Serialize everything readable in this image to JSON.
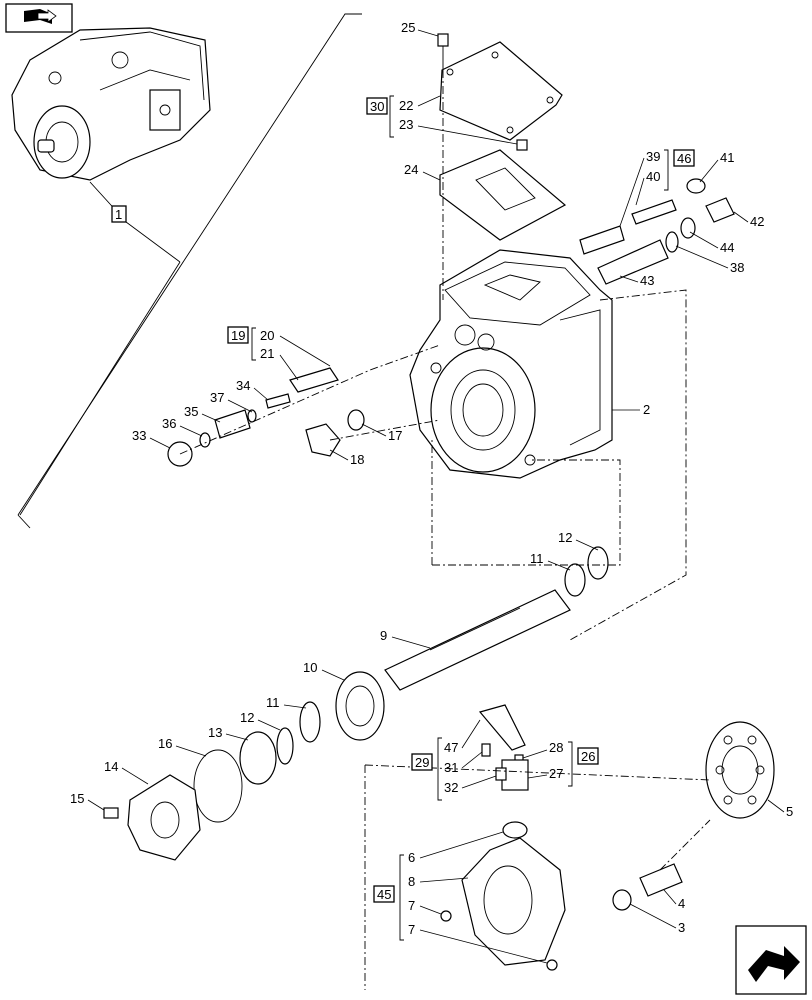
{
  "callouts": {
    "n1": "1",
    "n2": "2",
    "n3": "3",
    "n4": "4",
    "n5": "5",
    "n6": "6",
    "n7a": "7",
    "n7b": "7",
    "n8": "8",
    "n9": "9",
    "n10": "10",
    "n11a": "11",
    "n11b": "11",
    "n12a": "12",
    "n12b": "12",
    "n13": "13",
    "n14": "14",
    "n15": "15",
    "n16": "16",
    "n17": "17",
    "n18": "18",
    "n19": "19",
    "n20": "20",
    "n21": "21",
    "n22": "22",
    "n23": "23",
    "n24": "24",
    "n25": "25",
    "n26": "26",
    "n27": "27",
    "n28": "28",
    "n29": "29",
    "n30": "30",
    "n31": "31",
    "n32": "32",
    "n33": "33",
    "n34": "34",
    "n35": "35",
    "n36": "36",
    "n37": "37",
    "n38": "38",
    "n39": "39",
    "n40": "40",
    "n41": "41",
    "n42": "42",
    "n43": "43",
    "n44": "44",
    "n45": "45",
    "n46": "46",
    "n47": "47"
  },
  "icons": {
    "top_left": "book-arrow-icon",
    "bottom_right": "next-page-arrow-icon"
  }
}
